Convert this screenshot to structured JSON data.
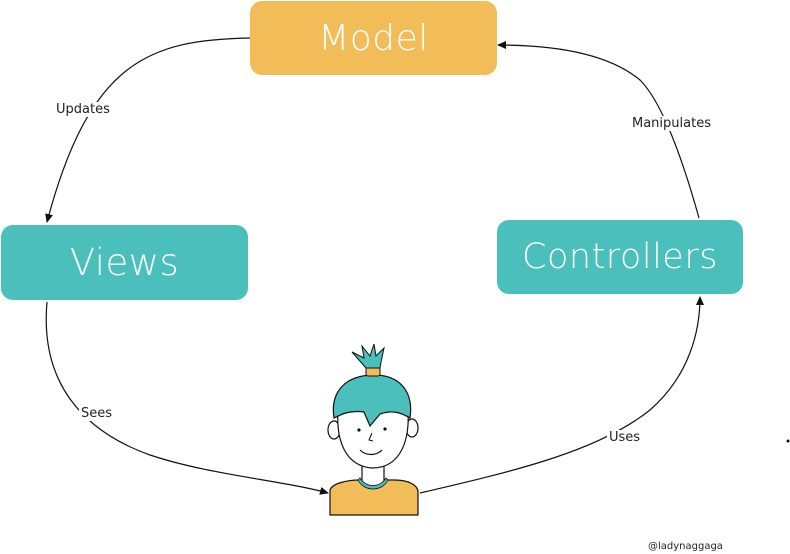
{
  "diagram": {
    "nodes": {
      "model": {
        "label": "Model",
        "color": "#f2bd58"
      },
      "views": {
        "label": "Views",
        "color": "#4abfbb"
      },
      "controllers": {
        "label": "Controllers",
        "color": "#4abfbb"
      }
    },
    "edges": [
      {
        "from": "model",
        "to": "views",
        "label": "Updates"
      },
      {
        "from": "controllers",
        "to": "model",
        "label": "Manipulates"
      },
      {
        "from": "views",
        "to": "user",
        "label": "Sees"
      },
      {
        "from": "user",
        "to": "controllers",
        "label": "Uses"
      }
    ],
    "user_figure": {
      "hair_color": "#4abfbb",
      "shirt_color": "#f2bd58",
      "skin_color": "#ffffff"
    },
    "credit": "@ladynaggaga"
  }
}
